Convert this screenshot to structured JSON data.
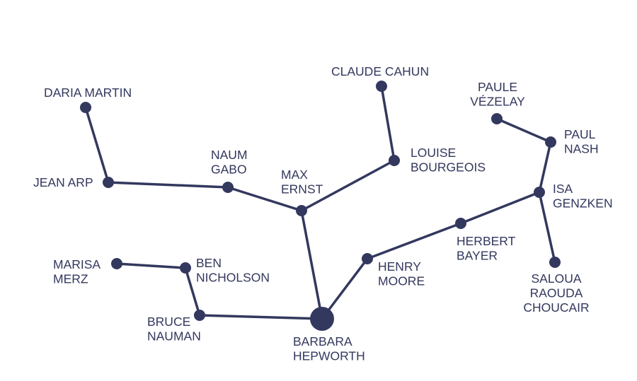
{
  "color": "#33385e",
  "nodes": [
    {
      "id": "daria",
      "lines": [
        "DARIA MARTIN"
      ]
    },
    {
      "id": "jean",
      "lines": [
        "JEAN ARP"
      ]
    },
    {
      "id": "naum",
      "lines": [
        "NAUM",
        "GABO"
      ]
    },
    {
      "id": "max",
      "lines": [
        "MAX",
        "ERNST"
      ]
    },
    {
      "id": "claude",
      "lines": [
        "CLAUDE CAHUN"
      ]
    },
    {
      "id": "louise",
      "lines": [
        "LOUISE",
        "BOURGEOIS"
      ]
    },
    {
      "id": "paule",
      "lines": [
        "PAULE",
        "VÉZELAY"
      ]
    },
    {
      "id": "paul",
      "lines": [
        "PAUL",
        "NASH"
      ]
    },
    {
      "id": "isa",
      "lines": [
        "ISA",
        "GENZKEN"
      ]
    },
    {
      "id": "herbert",
      "lines": [
        "HERBERT",
        "BAYER"
      ]
    },
    {
      "id": "henry",
      "lines": [
        "HENRY",
        "MOORE"
      ]
    },
    {
      "id": "saloua",
      "lines": [
        "SALOUA",
        "RAOUDA",
        "CHOUCAIR"
      ]
    },
    {
      "id": "marisa",
      "lines": [
        "MARISA",
        "MERZ"
      ]
    },
    {
      "id": "ben",
      "lines": [
        "BEN",
        "NICHOLSON"
      ]
    },
    {
      "id": "bruce",
      "lines": [
        "BRUCE",
        "NAUMAN"
      ]
    },
    {
      "id": "barbara",
      "lines": [
        "BARBARA",
        "HEPWORTH"
      ],
      "central": true
    }
  ],
  "edges": [
    [
      "daria",
      "jean"
    ],
    [
      "jean",
      "naum"
    ],
    [
      "naum",
      "max"
    ],
    [
      "max",
      "louise"
    ],
    [
      "louise",
      "claude"
    ],
    [
      "max",
      "barbara"
    ],
    [
      "barbara",
      "henry"
    ],
    [
      "henry",
      "herbert"
    ],
    [
      "herbert",
      "isa"
    ],
    [
      "isa",
      "paul"
    ],
    [
      "paul",
      "paule"
    ],
    [
      "isa",
      "saloua"
    ],
    [
      "barbara",
      "bruce"
    ],
    [
      "bruce",
      "ben"
    ],
    [
      "ben",
      "marisa"
    ]
  ]
}
